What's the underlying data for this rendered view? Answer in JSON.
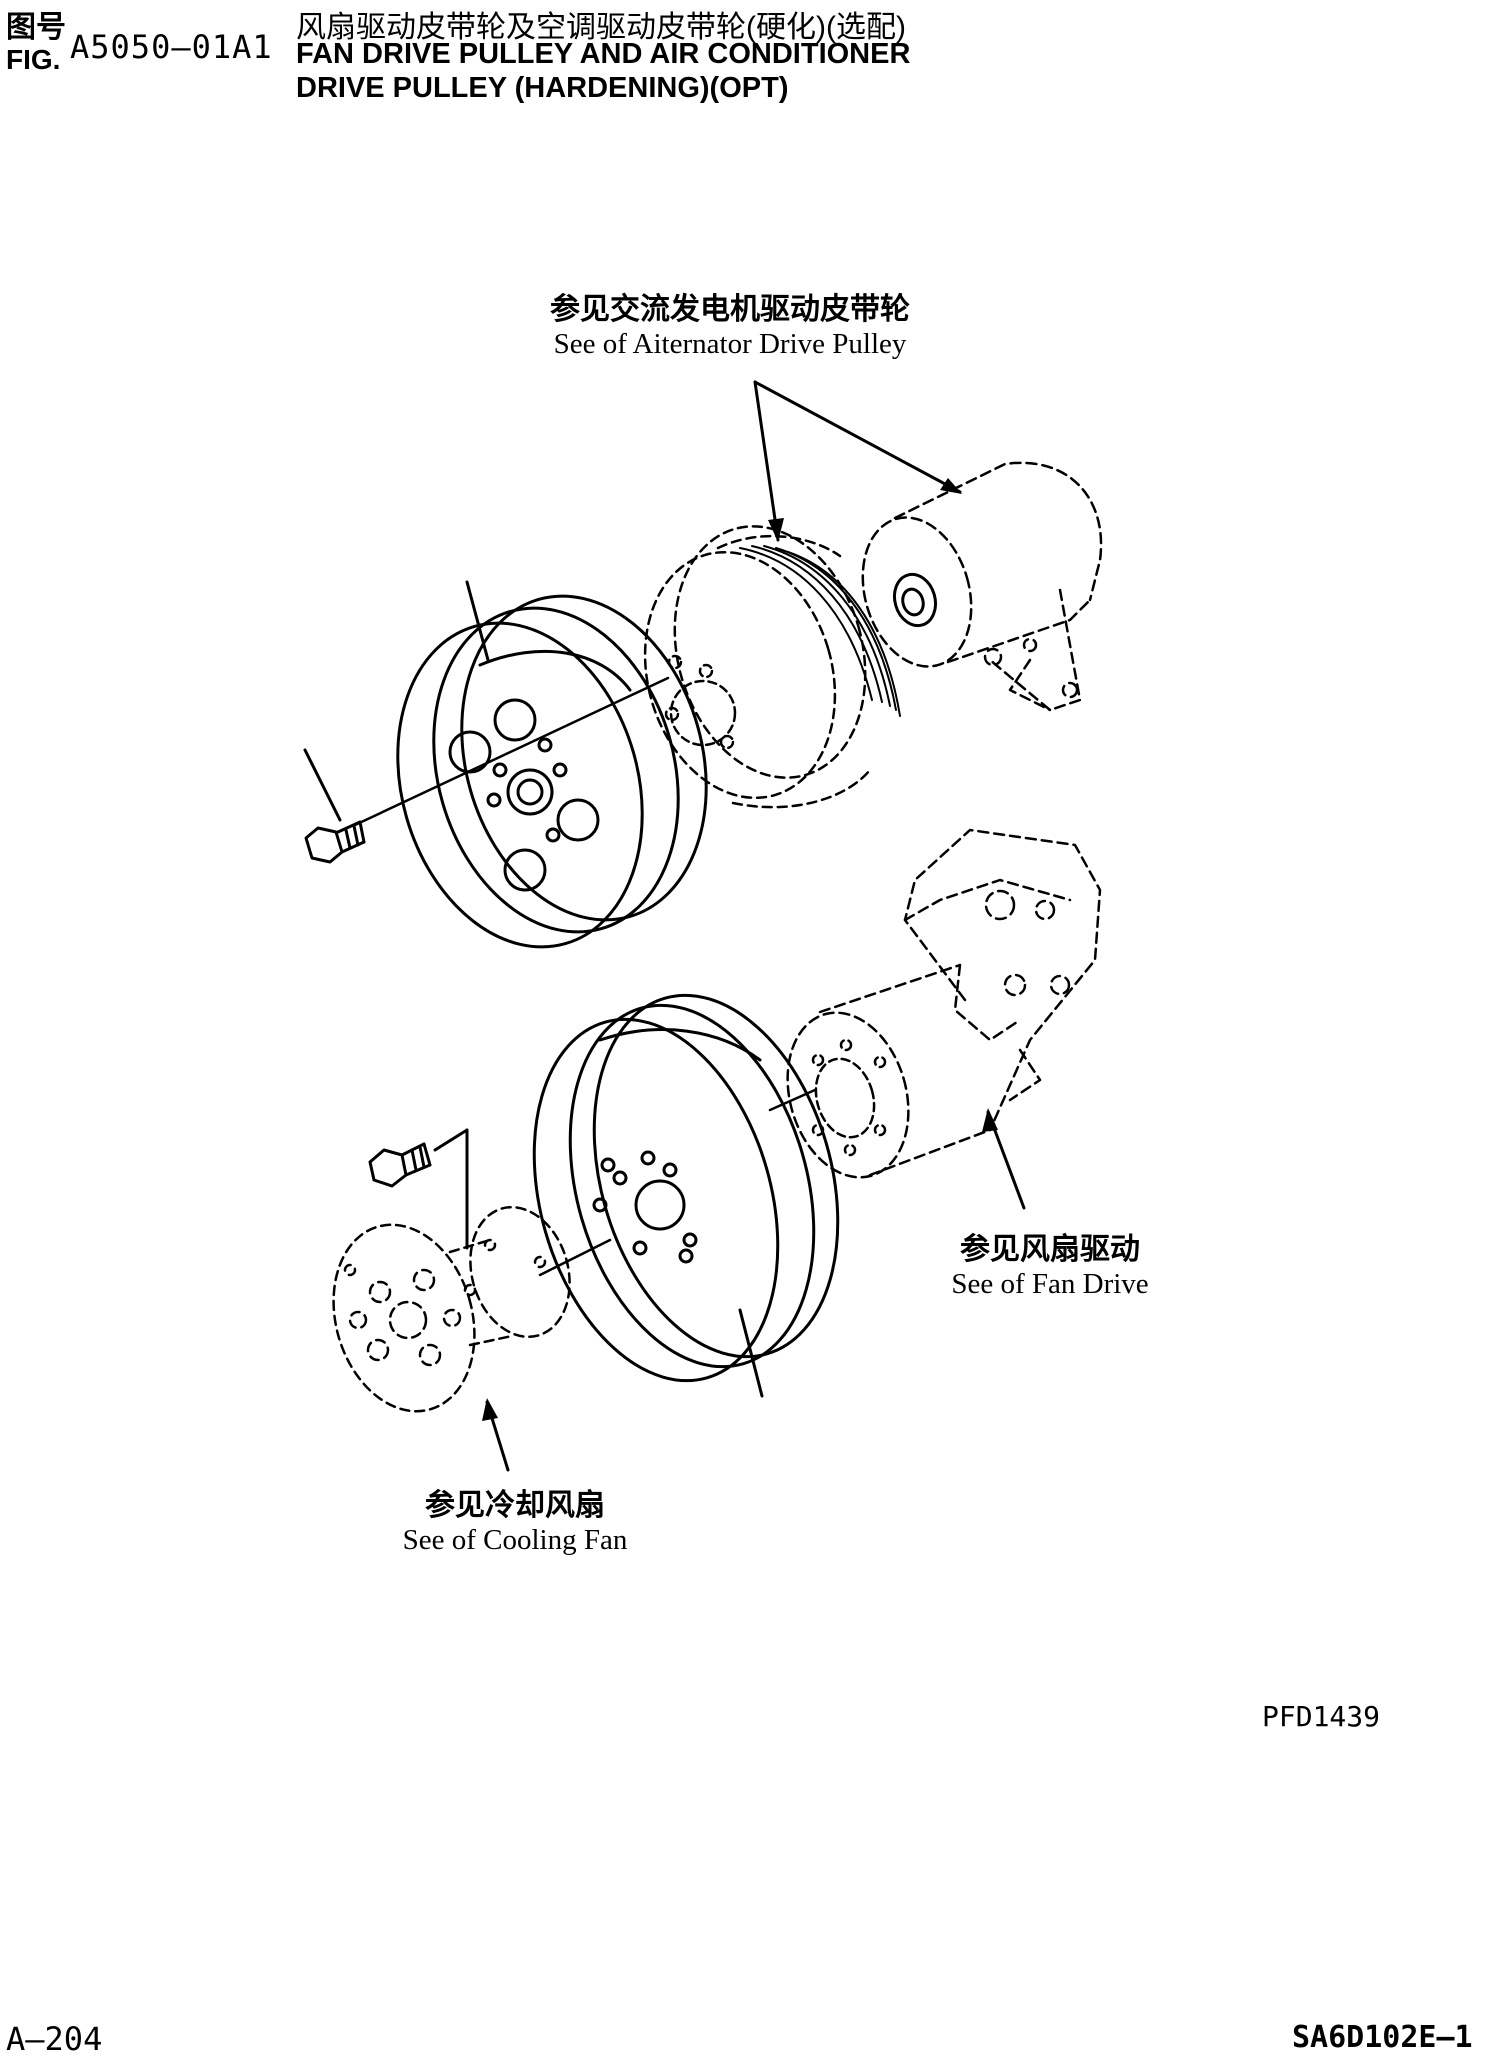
{
  "header": {
    "fig_label_cn": "图号",
    "fig_label_en": "FIG.",
    "fig_number": "A5050—01A1",
    "title_cn": "风扇驱动皮带轮及空调驱动皮带轮(硬化)(选配)",
    "title_en_line1": "FAN DRIVE PULLEY AND AIR CONDITIONER",
    "title_en_line2": "DRIVE PULLEY (HARDENING)(OPT)"
  },
  "callouts": {
    "alternator": {
      "cn": "参见交流发电机驱动皮带轮",
      "en": "See of Aiternator Drive Pulley"
    },
    "fan_drive": {
      "cn": "参见风扇驱动",
      "en": "See of Fan Drive"
    },
    "cooling_fan": {
      "cn": "参见冷却风扇",
      "en": "See of Cooling Fan"
    }
  },
  "footer": {
    "drawing_code": "PFD1439",
    "page_number": "A—204",
    "model": "SA6D102E—1"
  }
}
